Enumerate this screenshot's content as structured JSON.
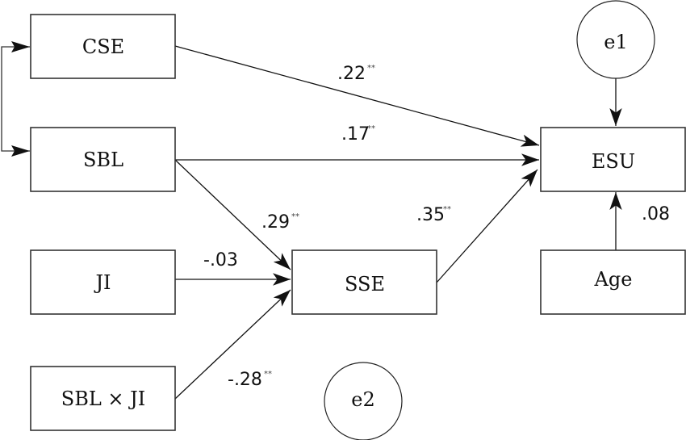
{
  "diagram": {
    "type": "path-model",
    "nodes": [
      {
        "id": "CSE",
        "label": "CSE",
        "shape": "rect"
      },
      {
        "id": "SBL",
        "label": "SBL",
        "shape": "rect"
      },
      {
        "id": "JI",
        "label": "JI",
        "shape": "rect"
      },
      {
        "id": "SBLxJI",
        "label": "SBL × JI",
        "shape": "rect"
      },
      {
        "id": "SSE",
        "label": "SSE",
        "shape": "rect"
      },
      {
        "id": "ESU",
        "label": "ESU",
        "shape": "rect"
      },
      {
        "id": "Age",
        "label": "Age",
        "shape": "rect"
      },
      {
        "id": "e1",
        "label": "e1",
        "shape": "circle"
      },
      {
        "id": "e2",
        "label": "e2",
        "shape": "circle"
      }
    ],
    "edges": [
      {
        "from": "CSE",
        "to": "ESU",
        "coefficient": ".22",
        "significance": "**"
      },
      {
        "from": "SBL",
        "to": "ESU",
        "coefficient": ".17",
        "significance": "**"
      },
      {
        "from": "SBL",
        "to": "SSE",
        "coefficient": ".29",
        "significance": "**"
      },
      {
        "from": "JI",
        "to": "SSE",
        "coefficient": "-.03",
        "significance": ""
      },
      {
        "from": "SBLxJI",
        "to": "SSE",
        "coefficient": "-.28",
        "significance": "**"
      },
      {
        "from": "SSE",
        "to": "ESU",
        "coefficient": ".35",
        "significance": "**"
      },
      {
        "from": "Age",
        "to": "ESU",
        "coefficient": ".08",
        "significance": ""
      },
      {
        "from": "e1",
        "to": "ESU",
        "coefficient": "",
        "significance": ""
      }
    ],
    "correlations": [
      {
        "between": [
          "CSE",
          "SBL"
        ],
        "type": "double-headed bracket"
      }
    ]
  }
}
